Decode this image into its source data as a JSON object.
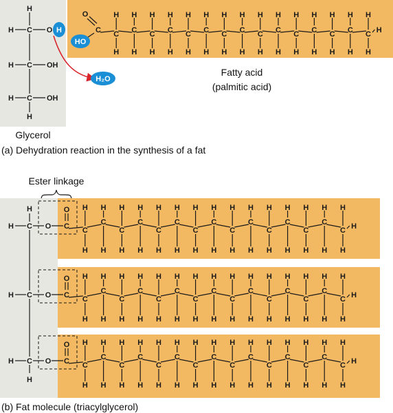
{
  "labels": {
    "glycerol": "Glycerol",
    "fatty_acid": "Fatty acid",
    "fatty_acid_name": "(palmitic acid)",
    "caption_a": "(a) Dehydration reaction in the synthesis of a fat",
    "ester_linkage": "Ester linkage",
    "caption_b": "(b) Fat molecule (triacylglycerol)",
    "water": "H₂O",
    "hydroxyl": "HO"
  },
  "atoms": {
    "hydrogen": "H",
    "carbon": "C",
    "oxygen": "O",
    "hydroxyl_group": "OH"
  },
  "colors": {
    "fatty_acid_fill": "#f3b862",
    "glycerol_fill": "#e7e7e2",
    "highlight": "#1a8fd6",
    "arrow": "#d9262c"
  }
}
